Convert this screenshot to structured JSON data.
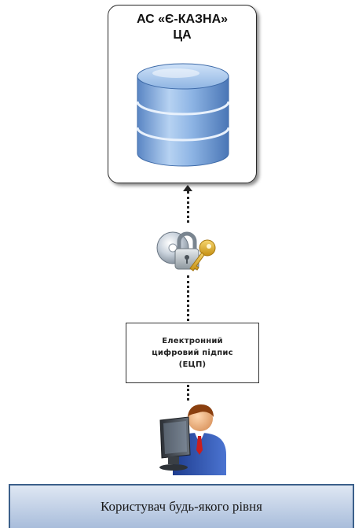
{
  "server": {
    "title_line1": "АС «Є-КАЗНА»",
    "title_line2": "ЦА",
    "icon": "database-icon"
  },
  "security": {
    "icon": "lock-key-icon"
  },
  "signature": {
    "line1": "Електронний",
    "line2": "цифровий підпис",
    "line3": "(ЕЦП)"
  },
  "user": {
    "icon": "user-computer-icon",
    "banner_label": "Користувач будь-якого рівня"
  },
  "colors": {
    "db_blue": "#6f9fd6",
    "banner_top": "#dfe7f3",
    "banner_bottom": "#a9bddb",
    "tie_red": "#c81e1e",
    "shirt_blue": "#2d4fa8",
    "key_gold": "#d9a520"
  }
}
